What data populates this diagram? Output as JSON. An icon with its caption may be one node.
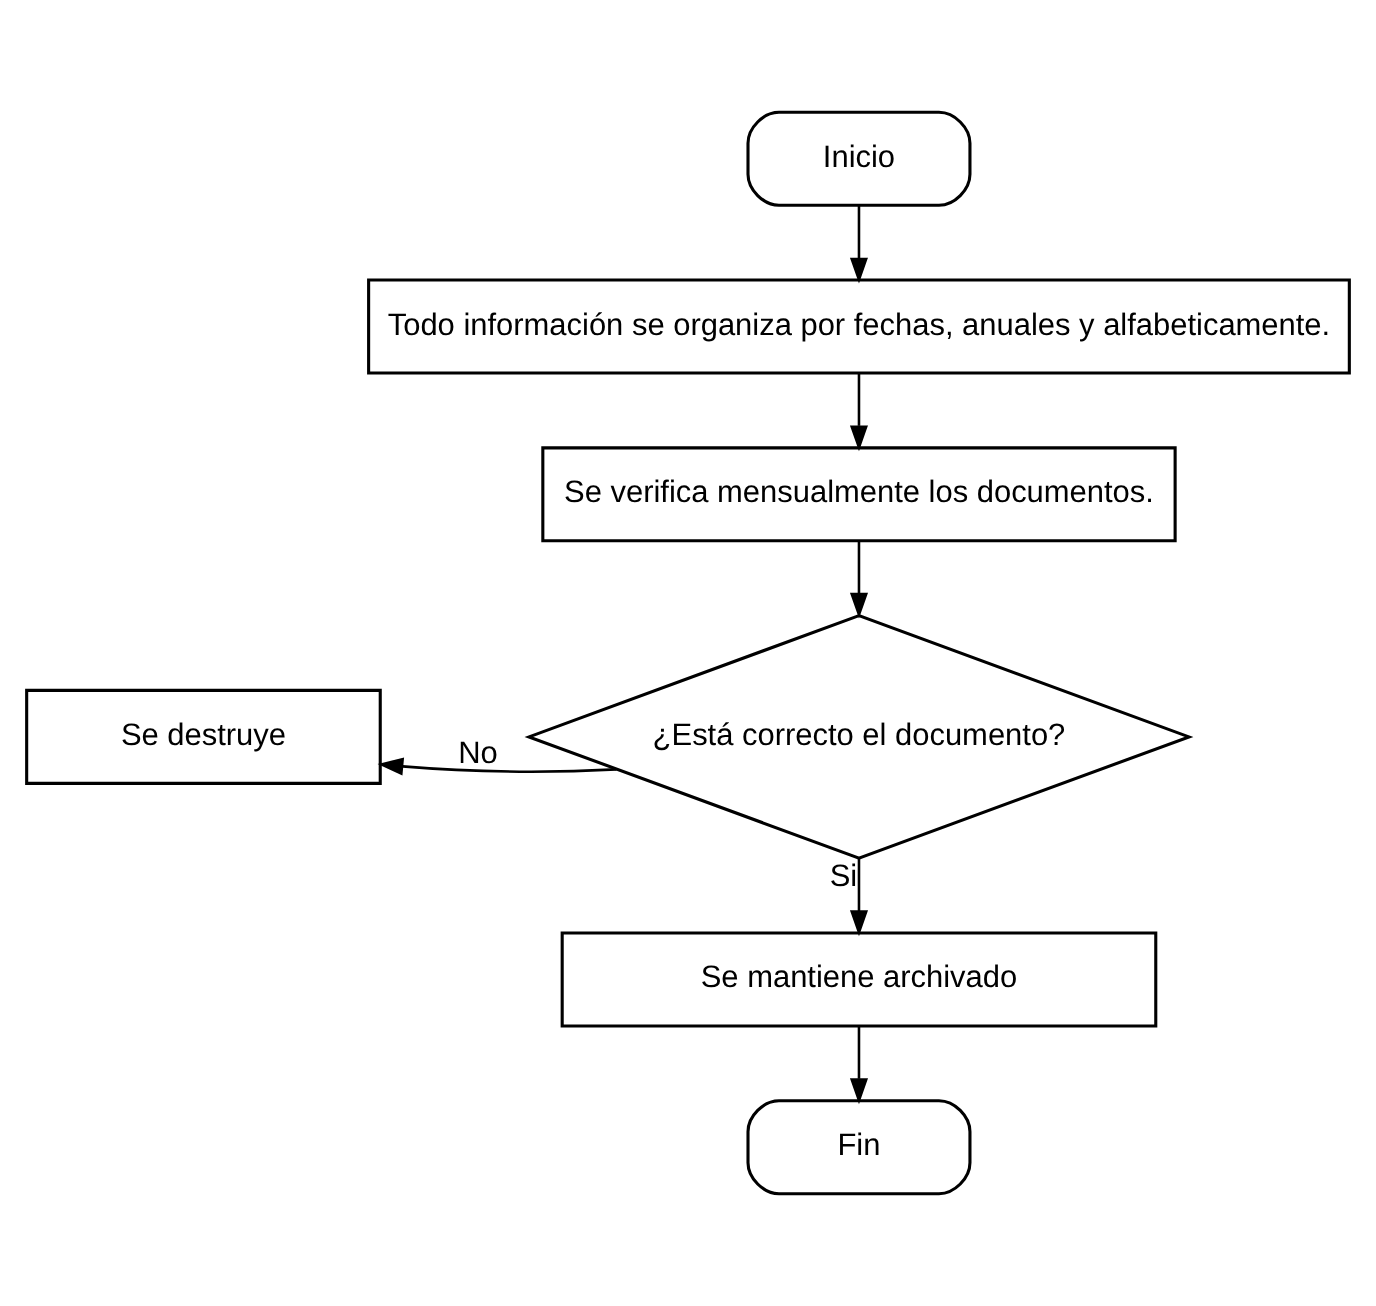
{
  "diagram": {
    "nodes": [
      {
        "text": [
          "Inicio"
        ]
      },
      {
        "text": [
          "Todo información se organiza por fechas, anuales y alfabeticamente."
        ]
      },
      {
        "text": [
          "Se verifica mensualmente los documentos."
        ]
      },
      {
        "text": [
          "¿Está correcto el documento?"
        ]
      },
      {
        "text": [
          "Se destruye"
        ]
      },
      {
        "text": [
          "Se mantiene archivado"
        ]
      },
      {
        "text": [
          "Fin"
        ]
      }
    ],
    "edges": [
      {
        "from": 0,
        "to": 1,
        "arrow": "to"
      },
      {
        "from": 1,
        "to": 2,
        "arrow": "to"
      },
      {
        "from": 2,
        "to": 3,
        "arrow": "to"
      },
      {
        "from": 3,
        "to": 4,
        "arrow": "to",
        "label": "No"
      },
      {
        "from": 3,
        "to": 5,
        "arrow": "to",
        "label": "Si"
      },
      {
        "from": 5,
        "to": 6,
        "arrow": "to"
      }
    ]
  }
}
